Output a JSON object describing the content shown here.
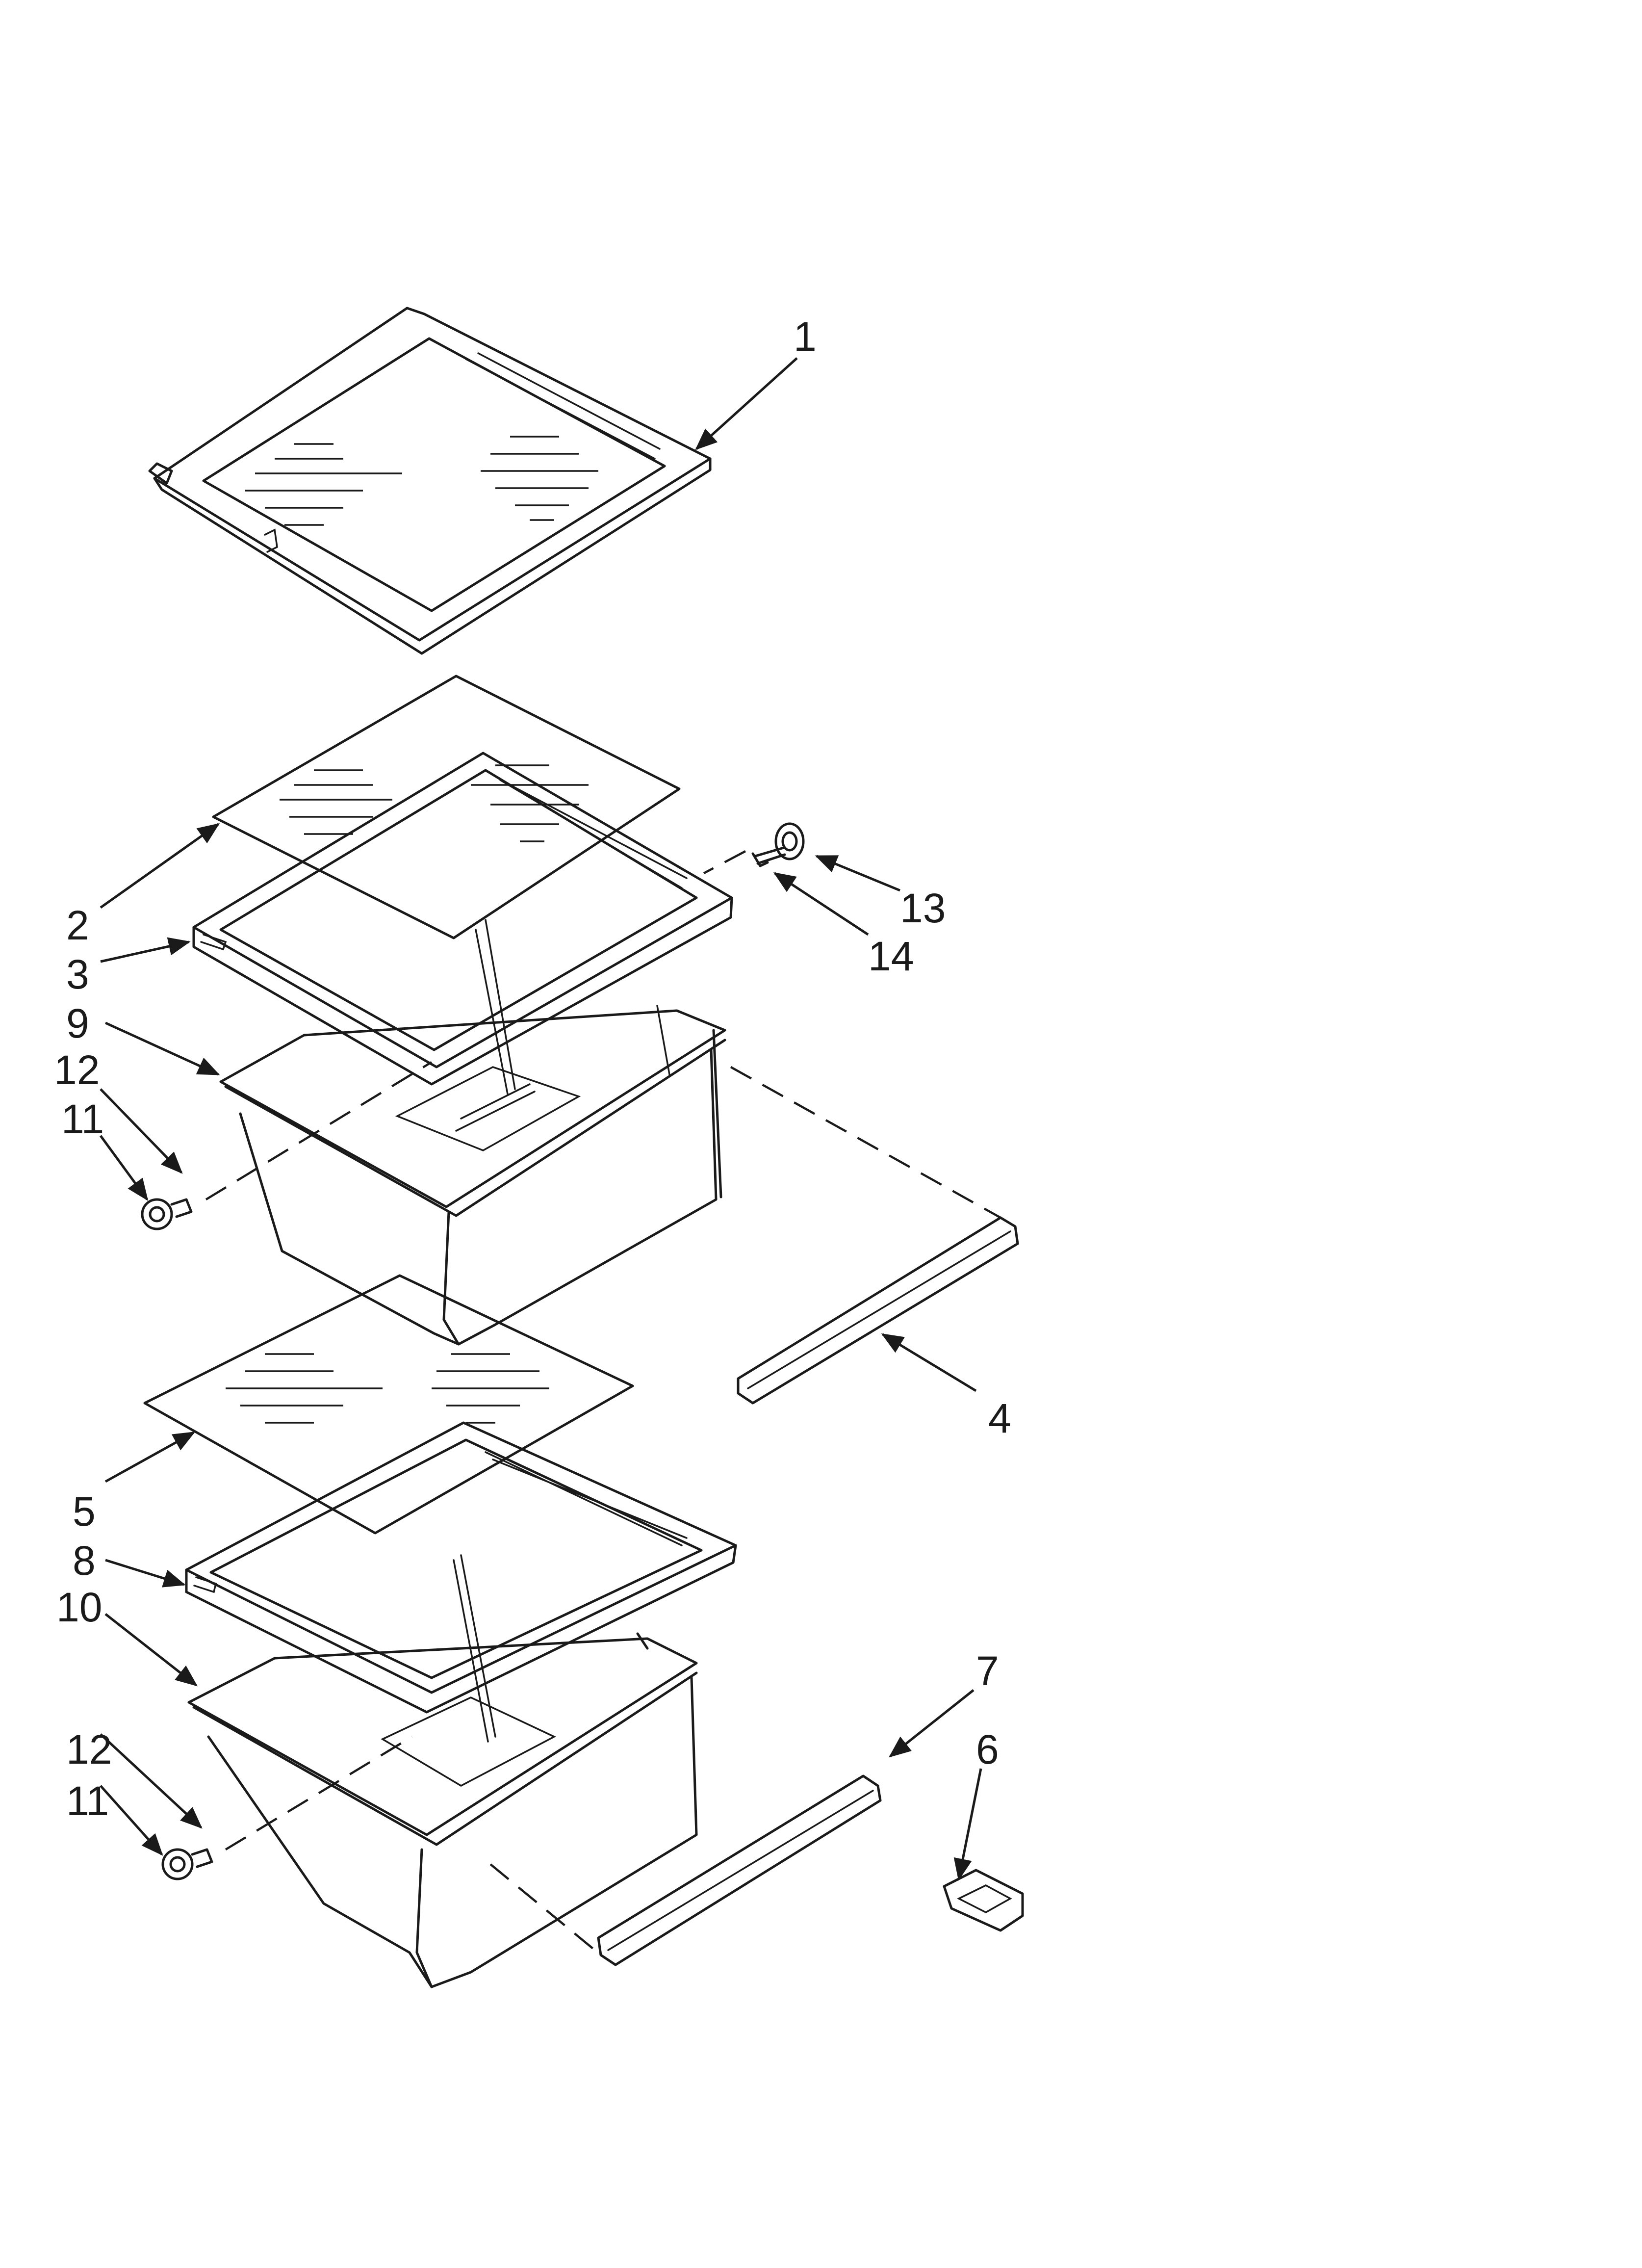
{
  "diagram": {
    "callouts": [
      "1",
      "2",
      "3",
      "4",
      "5",
      "6",
      "7",
      "8",
      "9",
      "10",
      "11",
      "12",
      "13",
      "14",
      "12",
      "11"
    ]
  }
}
